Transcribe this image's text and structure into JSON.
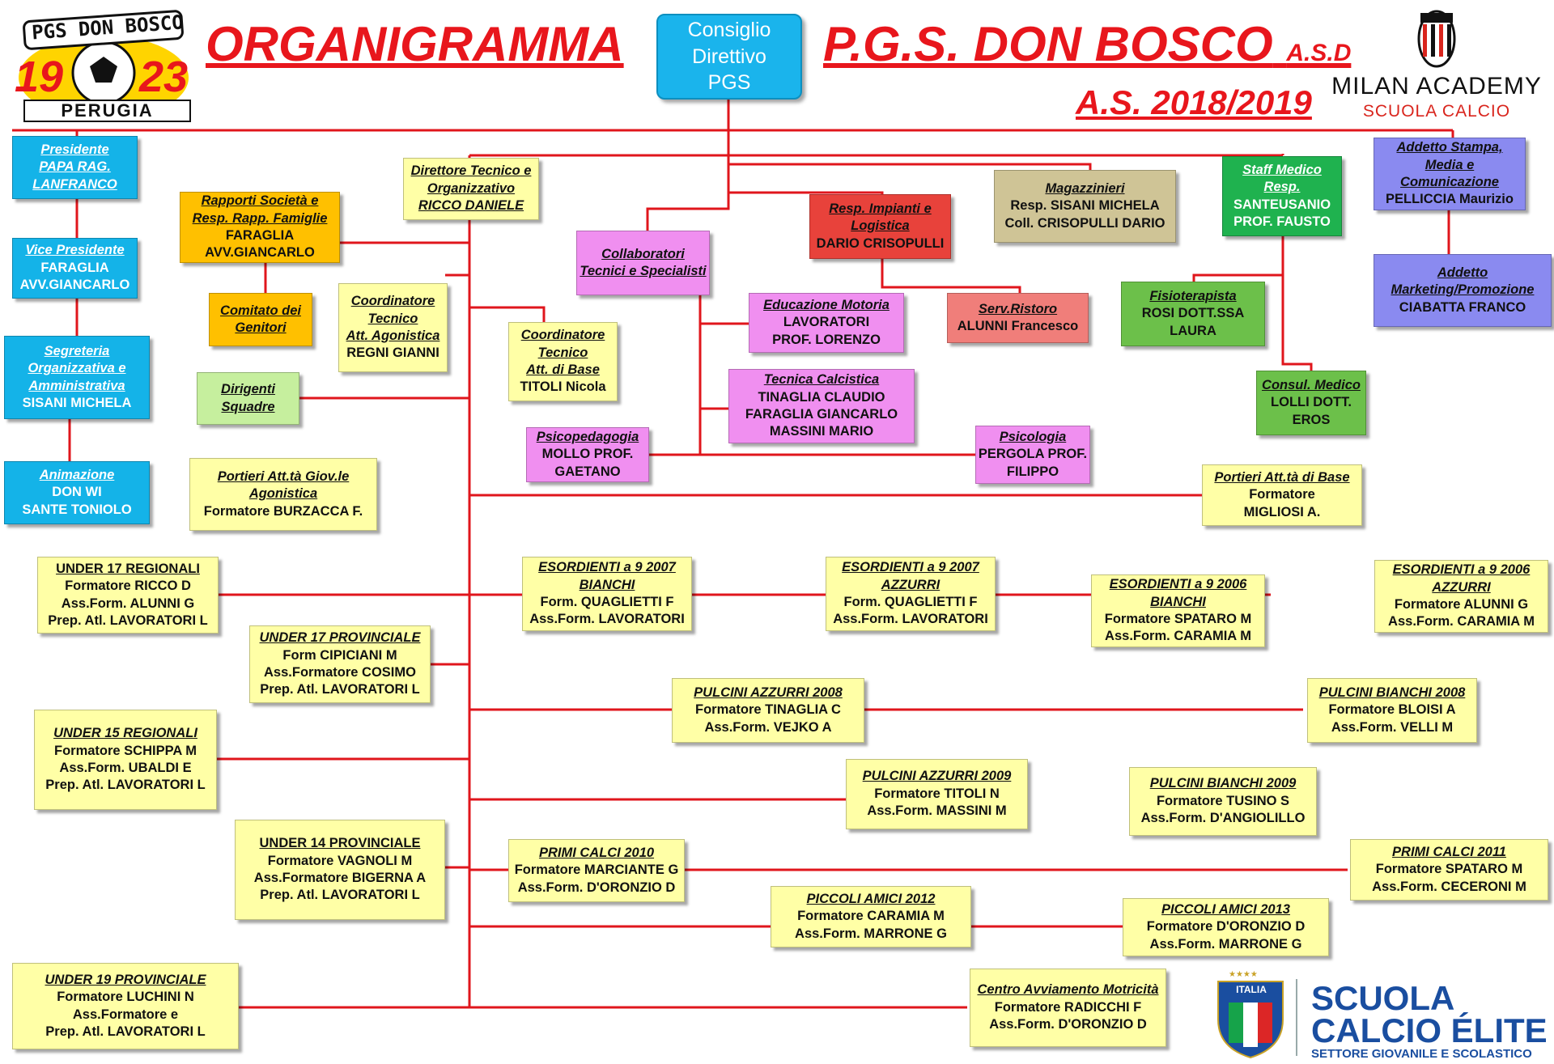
{
  "header": {
    "title": "ORGANIGRAMMA",
    "club_name": "P.G.S. DON BOSCO",
    "club_suffix": "A.S.D",
    "season": "A.S. 2018/2019"
  },
  "logos": {
    "pgs_top": "PGS DON BOSCO",
    "pgs_year_left": "19",
    "pgs_year_right": "23",
    "pgs_city": "PERUGIA",
    "milan_title": "MILAN ACADEMY",
    "milan_sub": "SCUOLA CALCIO",
    "elite_1": "SCUOLA",
    "elite_2": "CALCIO ÉLITE",
    "elite_3": "SETTORE GIOVANILE E SCOLASTICO",
    "italia": "ITALIA"
  },
  "colors": {
    "line": "#e0161c",
    "title": "#e8161c",
    "board": "#1ab4ec",
    "blue_box": "#14b3e8",
    "yellow_box": "#ffffa6",
    "orange_box": "#ffc000",
    "pink_box": "#f08ff0",
    "red_box": "#e8423b",
    "green_box": "#6cc04a",
    "tan_box": "#cfc496",
    "purple_box": "#8a8af0"
  },
  "board": {
    "lines": [
      "Consiglio",
      "Direttivo",
      "PGS"
    ]
  },
  "boxes": {
    "presidente": {
      "lines": [
        "Presidente",
        "PAPA RAG.",
        "LANFRANCO"
      ]
    },
    "vice": {
      "lines": [
        "Vice Presidente",
        "FARAGLIA",
        "AVV.GIANCARLO"
      ]
    },
    "segreteria": {
      "lines": [
        "Segreteria",
        "Organizzativa e",
        "Amministrativa",
        "SISANI MICHELA"
      ]
    },
    "animazione": {
      "lines": [
        "Animazione",
        "DON WI",
        "SANTE TONIOLO"
      ]
    },
    "direttore": {
      "lines": [
        "Direttore Tecnico e",
        "Organizzativo",
        "RICCO DANIELE"
      ]
    },
    "rapporti": {
      "lines": [
        "Rapporti Società e",
        "Resp. Rapp. Famiglie",
        "FARAGLIA",
        "AVV.GIANCARLO"
      ]
    },
    "comitato": {
      "lines": [
        "Comitato dei",
        "Genitori"
      ]
    },
    "coord_agon": {
      "lines": [
        "Coordinatore",
        "Tecnico",
        "Att. Agonistica",
        "REGNI GIANNI"
      ]
    },
    "dirigenti": {
      "lines": [
        "Dirigenti",
        "Squadre"
      ]
    },
    "coord_base": {
      "lines": [
        "Coordinatore",
        "Tecnico",
        "Att. di Base",
        "TITOLI Nicola"
      ]
    },
    "collaboratori": {
      "lines": [
        "Collaboratori",
        "Tecnici e Specialisti"
      ]
    },
    "resp_impianti": {
      "lines": [
        "Resp. Impianti e",
        "Logistica",
        "",
        "DARIO CRISOPULLI"
      ]
    },
    "magazzinieri": {
      "lines": [
        "Magazzinieri",
        "Resp. SISANI MICHELA",
        "Coll. CRISOPULLI DARIO"
      ]
    },
    "staff_medico": {
      "lines": [
        "Staff Medico",
        "Resp.",
        "SANTEUSANIO",
        "PROF. FAUSTO"
      ]
    },
    "stampa": {
      "lines": [
        "Addetto Stampa,",
        "Media e",
        "Comunicazione",
        "PELLICCIA Maurizio"
      ]
    },
    "marketing": {
      "lines": [
        "Addetto",
        "Marketing/Promozione",
        "CIABATTA FRANCO"
      ]
    },
    "ed_motoria": {
      "lines": [
        "Educazione Motoria",
        "LAVORATORI",
        "PROF. LORENZO"
      ]
    },
    "ristoro": {
      "lines": [
        "Serv.Ristoro",
        "ALUNNI Francesco"
      ]
    },
    "fisioterapista": {
      "lines": [
        "Fisioterapista",
        "ROSI DOTT.SSA",
        "LAURA"
      ]
    },
    "consul_medico": {
      "lines": [
        "Consul. Medico",
        "LOLLI DOTT.",
        "EROS"
      ]
    },
    "tec_calcistica": {
      "lines": [
        "Tecnica Calcistica",
        "TINAGLIA CLAUDIO",
        "FARAGLIA  GIANCARLO",
        "MASSINI MARIO"
      ]
    },
    "psicopedagogia": {
      "lines": [
        "Psicopedagogia",
        "MOLLO PROF.",
        "GAETANO"
      ]
    },
    "psicologia": {
      "lines": [
        "Psicologia",
        "PERGOLA   PROF.",
        "FILIPPO"
      ]
    },
    "portieri_agon": {
      "lines": [
        "Portieri Att.tà Giov.le",
        "Agonistica",
        "Formatore BURZACCA F."
      ]
    },
    "portieri_base": {
      "lines": [
        "Portieri Att.tà di Base",
        "Formatore",
        "MIGLIOSI A."
      ]
    },
    "u17_reg": {
      "lines": [
        "UNDER 17 REGIONALI",
        "Formatore RICCO D",
        "Ass.Form.  ALUNNI G",
        "Prep. Atl. LAVORATORI L"
      ]
    },
    "u17_prov": {
      "lines": [
        "UNDER 17 PROVINCIALE",
        "Form CIPICIANI M",
        "Ass.Formatore COSIMO",
        "Prep. Atl. LAVORATORI L"
      ]
    },
    "u15_reg": {
      "lines": [
        "UNDER 15 REGIONALI",
        "Formatore SCHIPPA M",
        "Ass.Form. UBALDI E",
        "Prep. Atl. LAVORATORI L"
      ]
    },
    "u14_prov": {
      "lines": [
        "UNDER 14 PROVINCIALE",
        "Formatore VAGNOLI M",
        "Ass.Formatore BIGERNA A",
        "Prep. Atl. LAVORATORI L"
      ]
    },
    "u19_prov": {
      "lines": [
        "UNDER 19 PROVINCIALE",
        "Formatore LUCHINI N",
        "Ass.Formatore e",
        "Prep. Atl. LAVORATORI L"
      ]
    },
    "eso07_bianchi": {
      "lines": [
        "ESORDIENTI a 9 2007",
        "BIANCHI",
        "Form. QUAGLIETTI F",
        "Ass.Form. LAVORATORI"
      ]
    },
    "eso07_azzurri": {
      "lines": [
        "ESORDIENTI a 9 2007",
        "AZZURRI",
        "Form. QUAGLIETTI F",
        "Ass.Form. LAVORATORI"
      ]
    },
    "eso06_bianchi": {
      "lines": [
        "ESORDIENTI a 9 2006",
        "BIANCHI",
        "Formatore SPATARO M",
        "Ass.Form. CARAMIA M"
      ]
    },
    "eso06_azzurri": {
      "lines": [
        "ESORDIENTI a 9 2006",
        "AZZURRI",
        "Formatore ALUNNI G",
        "Ass.Form. CARAMIA M"
      ]
    },
    "pulc_azz08": {
      "lines": [
        "PULCINI AZZURRI 2008",
        "Formatore TINAGLIA C",
        "Ass.Form.  VEJKO A"
      ]
    },
    "pulc_bia08": {
      "lines": [
        "PULCINI BIANCHI 2008",
        "Formatore BLOISI A",
        "Ass.Form. VELLI M"
      ]
    },
    "pulc_azz09": {
      "lines": [
        "PULCINI AZZURRI 2009",
        "Formatore TITOLI N",
        "Ass.Form. MASSINI M"
      ]
    },
    "pulc_bia09": {
      "lines": [
        "PULCINI  BIANCHI 2009",
        "Formatore TUSINO S",
        "Ass.Form. D'ANGIOLILLO"
      ]
    },
    "primi10": {
      "lines": [
        "PRIMI CALCI 2010",
        "Formatore MARCIANTE G",
        "Ass.Form. D'ORONZIO D"
      ]
    },
    "primi11": {
      "lines": [
        "PRIMI CALCI 2011",
        "Formatore SPATARO M",
        "Ass.Form. CECERONI M"
      ]
    },
    "piccoli12": {
      "lines": [
        "PICCOLI AMICI 2012",
        "Formatore CARAMIA M",
        "Ass.Form. MARRONE G"
      ]
    },
    "piccoli13": {
      "lines": [
        "PICCOLI AMICI 2013",
        "Formatore D'ORONZIO D",
        "Ass.Form. MARRONE G"
      ]
    },
    "centro": {
      "lines": [
        "Centro Avviamento Motricità",
        "Formatore RADICCHI F",
        "Ass.Form. D'ORONZIO D"
      ]
    }
  }
}
